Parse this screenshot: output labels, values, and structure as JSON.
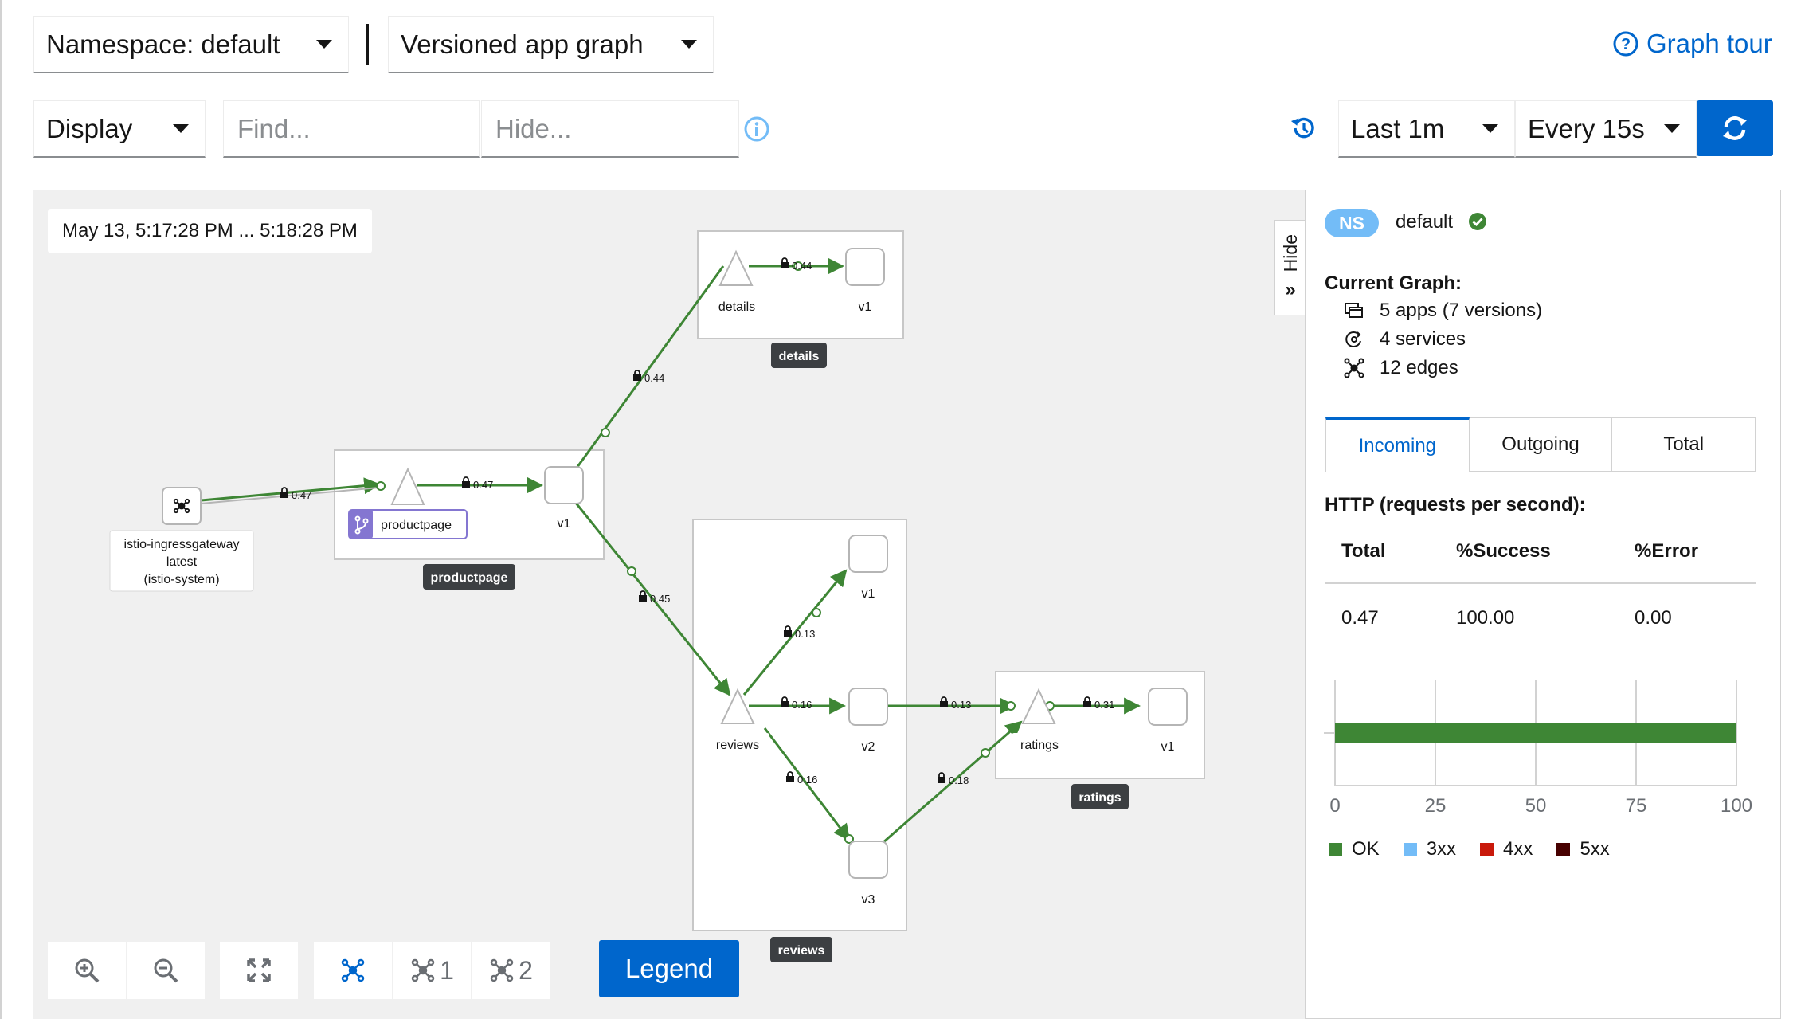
{
  "toolbar": {
    "namespace_label": "Namespace: default",
    "graph_type_label": "Versioned app graph",
    "graph_tour_label": "Graph tour",
    "display_label": "Display",
    "find_placeholder": "Find...",
    "hide_placeholder": "Hide...",
    "duration_label": "Last 1m",
    "refresh_label": "Every 15s"
  },
  "graph": {
    "time_range": "May 13, 5:17:28 PM ... 5:18:28 PM",
    "hide_tab_label": "Hide",
    "nodes": {
      "ingress": [
        "istio-ingressgateway",
        "latest",
        "(istio-system)"
      ],
      "productpage_service": "productpage",
      "productpage_v1": "v1",
      "productpage_box": "productpage",
      "details_service": "details",
      "details_v1": "v1",
      "details_box": "details",
      "reviews_service": "reviews",
      "reviews_v1": "v1",
      "reviews_v2": "v2",
      "reviews_v3": "v3",
      "reviews_box": "reviews",
      "ratings_service": "ratings",
      "ratings_v1": "v1",
      "ratings_box": "ratings"
    },
    "edges": {
      "ingress_to_productpage": "0.47",
      "productpage_svc_to_v1": "0.47",
      "productpage_to_details": "0.44",
      "details_svc_to_v1": "0.44",
      "productpage_to_reviews": "0.45",
      "reviews_to_v1": "0.13",
      "reviews_to_v2": "0.16",
      "reviews_to_v3": "0.16",
      "v2_to_ratings": "0.13",
      "v3_to_ratings": "0.18",
      "ratings_svc_to_v1": "0.31"
    },
    "controls": {
      "layout_1": "1",
      "layout_2": "2",
      "legend_label": "Legend"
    }
  },
  "panel": {
    "ns_badge": "NS",
    "namespace": "default",
    "current_graph_title": "Current Graph:",
    "apps": "5 apps (7 versions)",
    "services": "4 services",
    "edges": "12 edges",
    "tabs": [
      "Incoming",
      "Outgoing",
      "Total"
    ],
    "active_tab": "Incoming",
    "http_title": "HTTP (requests per second):",
    "table_headers": [
      "Total",
      "%Success",
      "%Error"
    ],
    "table_values": [
      "0.47",
      "100.00",
      "0.00"
    ],
    "chart_axis_ticks": [
      "0",
      "25",
      "50",
      "75",
      "100"
    ],
    "chart_ok_percent": 100,
    "legend": [
      {
        "label": "OK",
        "color": "#3e8635"
      },
      {
        "label": "3xx",
        "color": "#73bcf7"
      },
      {
        "label": "4xx",
        "color": "#c9190b"
      },
      {
        "label": "5xx",
        "color": "#470000"
      }
    ]
  },
  "colors": {
    "accent": "#0066cc",
    "edge_green": "#3e8635",
    "success_green": "#3e8635",
    "canvas_bg": "#f0f0f0"
  }
}
